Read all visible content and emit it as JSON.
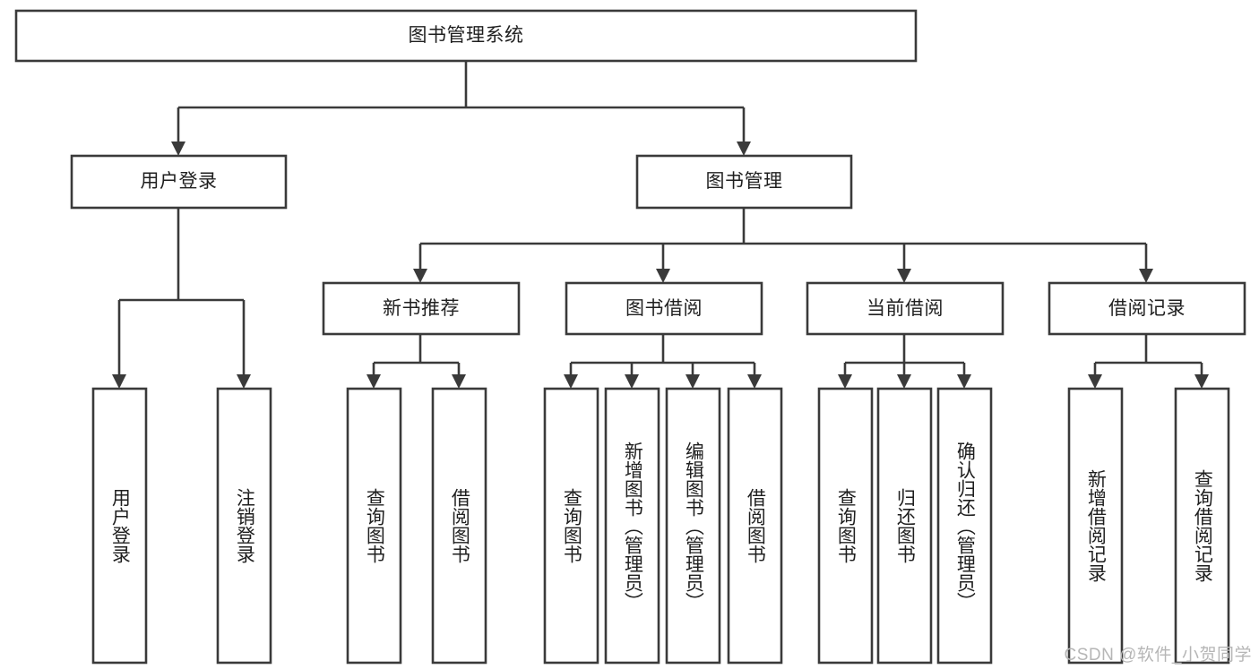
{
  "diagram": {
    "type": "tree-hierarchy-flowchart",
    "title": "图书管理系统",
    "watermark": "CSDN @软件_小贺同学",
    "colors": {
      "box_stroke": "#3a3a3a",
      "box_fill": "#ffffff",
      "text": "#1f1f1f",
      "connector": "#3a3a3a",
      "background": "#ffffff",
      "watermark": "#b6b6b6"
    },
    "levels": {
      "root": {
        "label": "图书管理系统"
      },
      "level2": [
        {
          "id": "user-login",
          "label": "用户登录"
        },
        {
          "id": "book-management",
          "label": "图书管理"
        }
      ],
      "level3": [
        {
          "id": "new-book-recommend",
          "label": "新书推荐",
          "parent": "book-management"
        },
        {
          "id": "book-borrow",
          "label": "图书借阅",
          "parent": "book-management"
        },
        {
          "id": "current-borrow",
          "label": "当前借阅",
          "parent": "book-management"
        },
        {
          "id": "borrow-record",
          "label": "借阅记录",
          "parent": "book-management"
        }
      ],
      "leaves": {
        "user-login": [
          {
            "id": "leaf-user-login",
            "label": "用户登录"
          },
          {
            "id": "leaf-logout",
            "label": "注销登录"
          }
        ],
        "new-book-recommend": [
          {
            "id": "leaf-query-book-1",
            "label": "查询图书"
          },
          {
            "id": "leaf-borrow-book-1",
            "label": "借阅图书"
          }
        ],
        "book-borrow": [
          {
            "id": "leaf-query-book-2",
            "label": "查询图书"
          },
          {
            "id": "leaf-add-book",
            "label": "新增图书（管理员）"
          },
          {
            "id": "leaf-edit-book",
            "label": "编辑图书（管理员）"
          },
          {
            "id": "leaf-borrow-book-2",
            "label": "借阅图书"
          }
        ],
        "current-borrow": [
          {
            "id": "leaf-query-book-3",
            "label": "查询图书"
          },
          {
            "id": "leaf-return-book",
            "label": "归还图书"
          },
          {
            "id": "leaf-confirm-return",
            "label": "确认归还（管理员）"
          }
        ],
        "borrow-record": [
          {
            "id": "leaf-add-record",
            "label": "新增借阅记录"
          },
          {
            "id": "leaf-query-record",
            "label": "查询借阅记录"
          }
        ]
      }
    }
  }
}
